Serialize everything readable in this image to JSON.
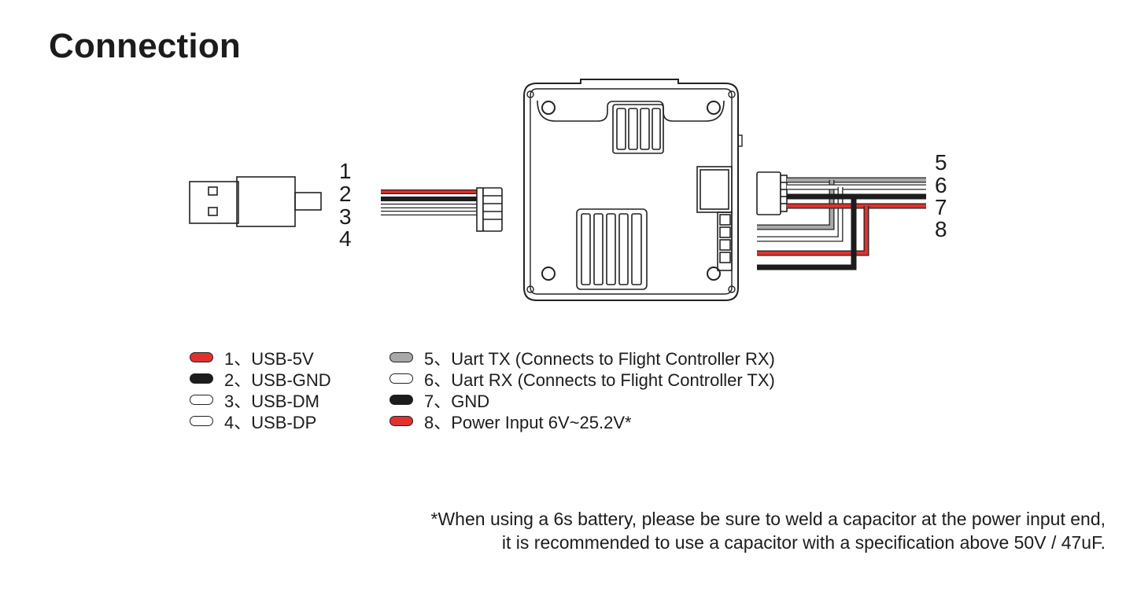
{
  "title": "Connection",
  "left_connector_pins": [
    "1",
    "2",
    "3",
    "4"
  ],
  "right_connector_pins": [
    "5",
    "6",
    "7",
    "8"
  ],
  "colors": {
    "red": "#e0312f",
    "black": "#1c1c1c",
    "white": "#ffffff",
    "gray": "#a8a8a8",
    "outline": "#222222"
  },
  "legend_left": [
    {
      "label": "1、USB-5V",
      "color": "#e0312f"
    },
    {
      "label": "2、USB-GND",
      "color": "#1c1c1c"
    },
    {
      "label": "3、USB-DM",
      "color": "#ffffff"
    },
    {
      "label": "4、USB-DP",
      "color": "#ffffff"
    }
  ],
  "legend_right": [
    {
      "label": "5、Uart TX (Connects to Flight Controller RX)",
      "color": "#a8a8a8"
    },
    {
      "label": "6、Uart RX (Connects to Flight Controller TX)",
      "color": "#ffffff"
    },
    {
      "label": "7、GND",
      "color": "#1c1c1c"
    },
    {
      "label": "8、Power Input 6V~25.2V*",
      "color": "#e0312f"
    }
  ],
  "note": {
    "line1": "*When using a 6s battery, please be sure to weld a capacitor at the power input end,",
    "line2": "it is recommended to use a capacitor with a specification above 50V / 47uF."
  }
}
